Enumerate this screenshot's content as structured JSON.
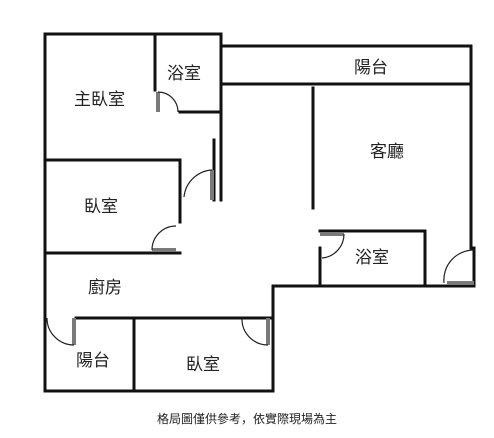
{
  "floor_plan": {
    "rooms": {
      "master_bedroom": "主臥室",
      "bathroom_1": "浴室",
      "balcony_1": "陽台",
      "living_room": "客廳",
      "bedroom_1": "臥室",
      "bathroom_2": "浴室",
      "kitchen": "廚房",
      "balcony_2": "陽台",
      "bedroom_2": "臥室"
    },
    "caption": "格局圖僅供參考，依實際現場為主"
  },
  "colors": {
    "wall": "#111111",
    "door_leaf": "#7a7a7a",
    "door_swing": "#222222",
    "text": "#222222"
  }
}
